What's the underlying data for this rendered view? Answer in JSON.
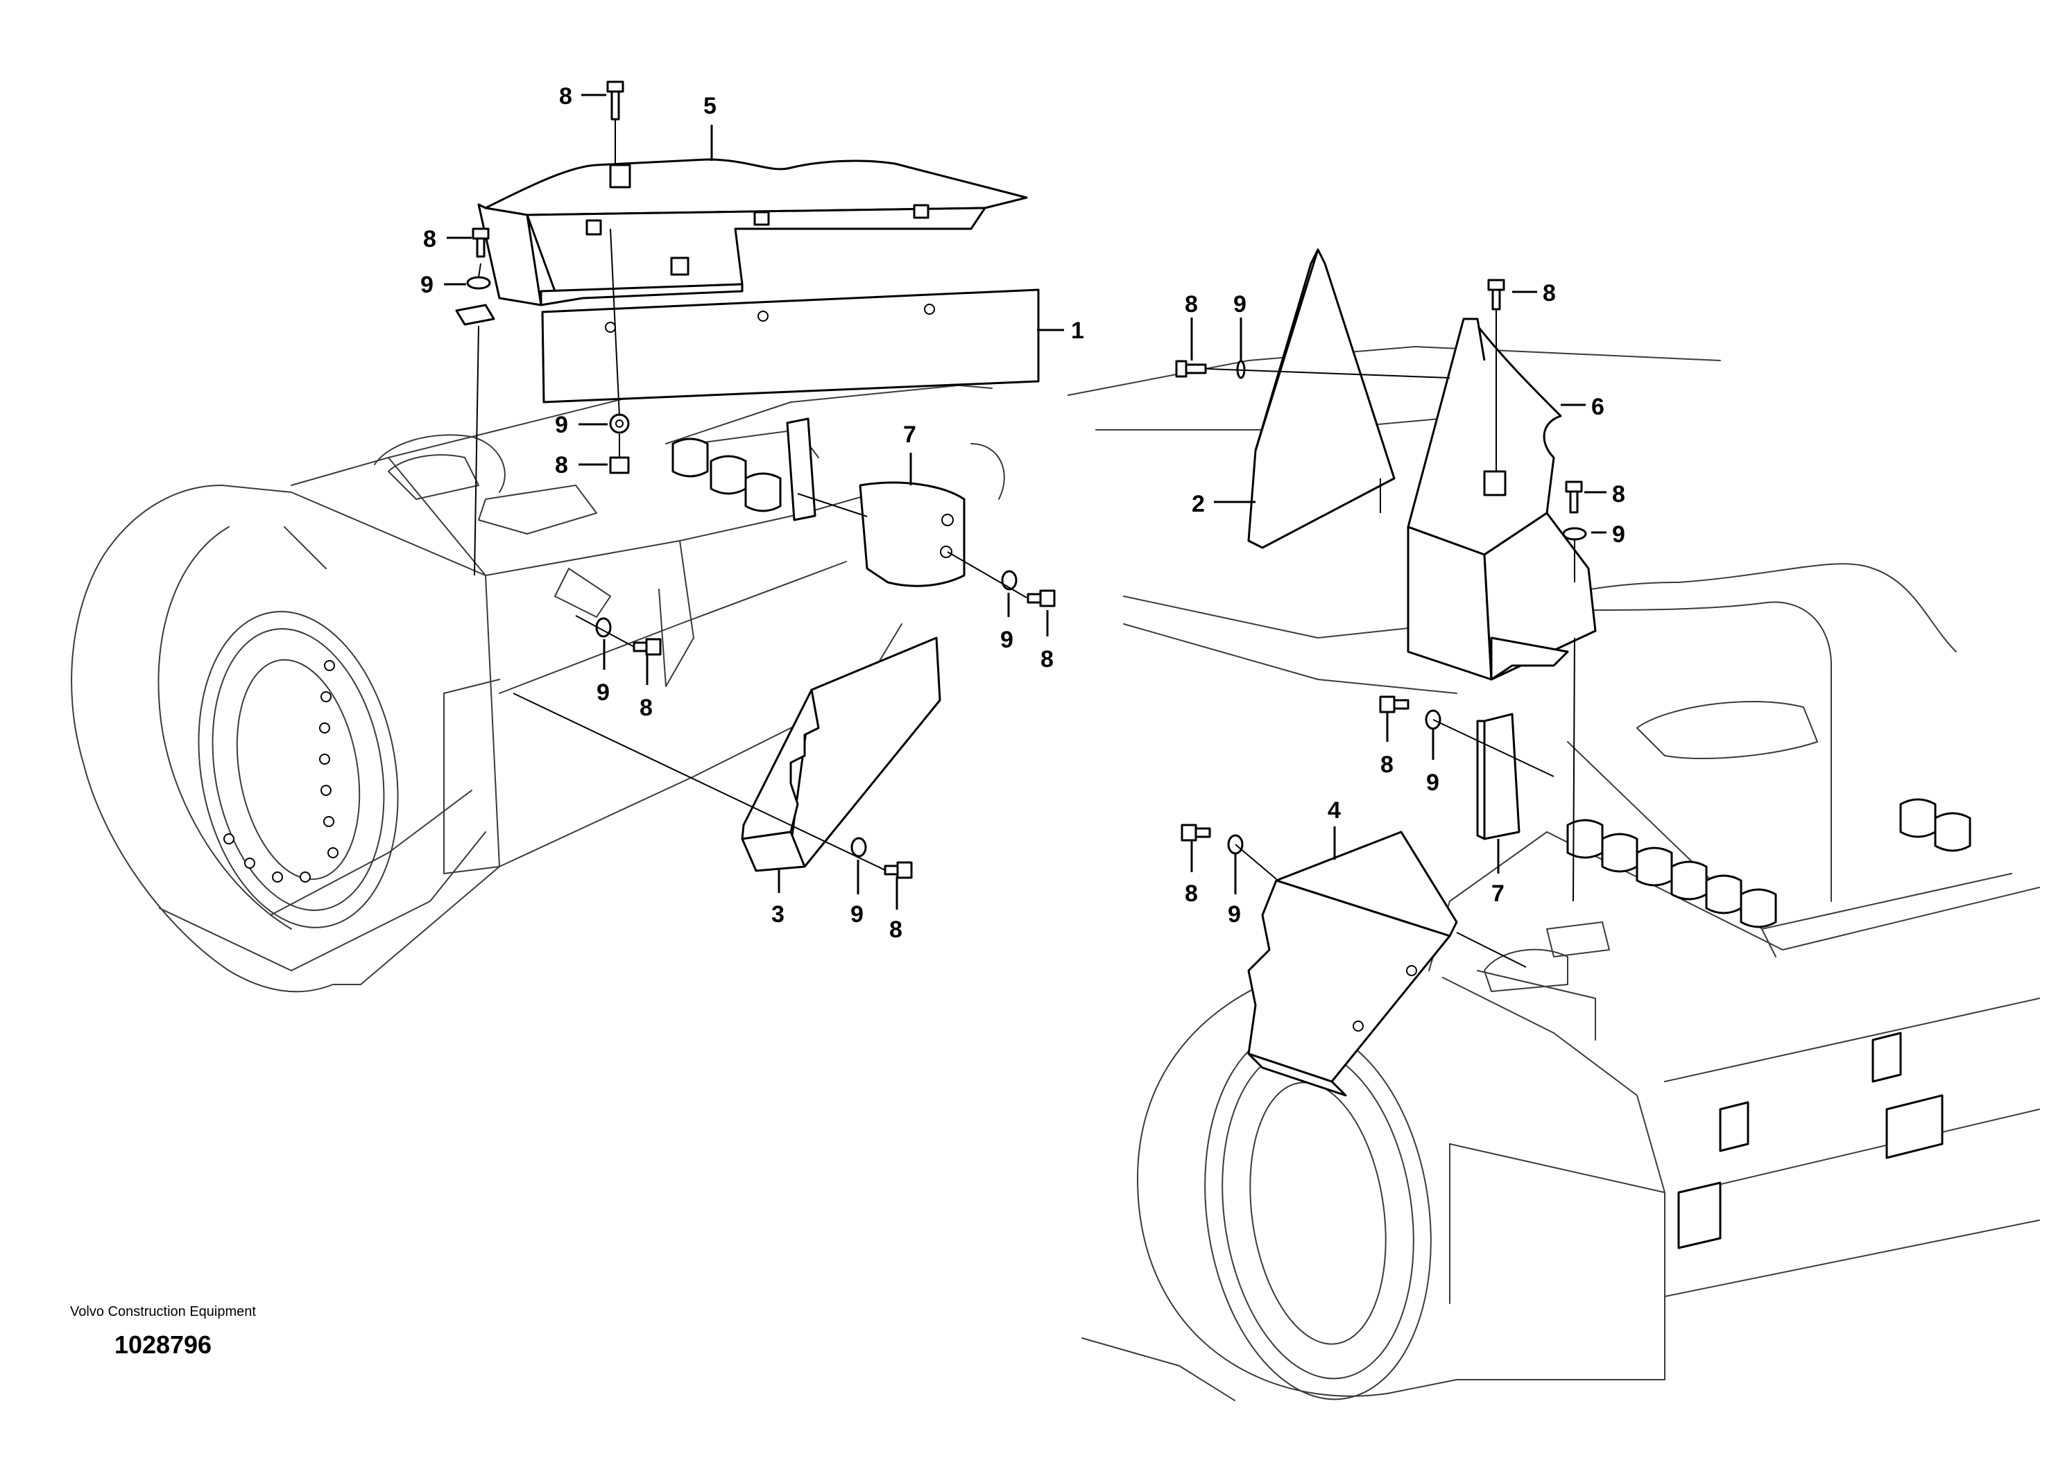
{
  "callouts": {
    "c1": "1",
    "c2": "2",
    "c3": "3",
    "c4": "4",
    "c5": "5",
    "c6": "6",
    "c7a": "7",
    "c7b": "7",
    "c8": "8",
    "c9": "9"
  },
  "caption": {
    "maker": "Volvo Construction Equipment",
    "drawing_number": "1028796"
  }
}
